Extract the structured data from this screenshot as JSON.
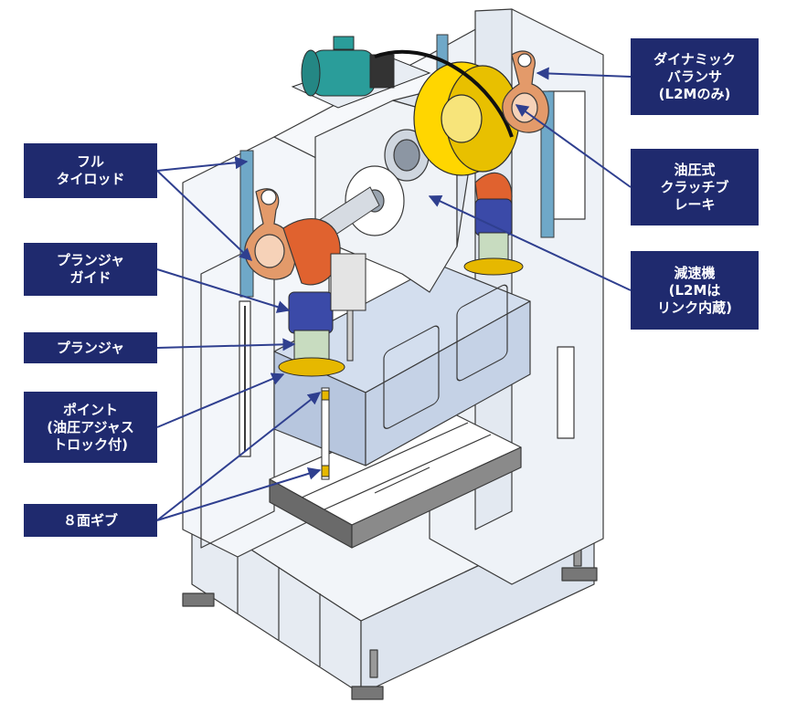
{
  "labels": {
    "full_tie_rod": [
      "フル",
      "タイロッド"
    ],
    "plunger_guide": [
      "プランジャ",
      "ガイド"
    ],
    "plunger": [
      "プランジャ"
    ],
    "point": [
      "ポイント",
      "(油圧アジャス",
      "トロック付)"
    ],
    "eight_face_gib": [
      "８面ギブ"
    ],
    "dynamic_balancer": [
      "ダイナミック",
      "バランサ",
      "(L2Mのみ)"
    ],
    "hydraulic_clutch_brake": [
      "油圧式",
      "クラッチブ",
      "レーキ"
    ],
    "reducer": [
      "減速機",
      "(L2Mは",
      "リンク内蔵)"
    ]
  },
  "colors": {
    "label_bg": "#1f2a6e",
    "label_text": "#ffffff",
    "arrow": "#2f3f8f",
    "frame_fill": "#eef2f7",
    "frame_stroke": "#3a3a3a",
    "slide_fill": "#c5d2e6",
    "motor": "#2a9d9a",
    "flywheel": "#ffd600",
    "crank_rod": "#e08a5a",
    "plunger": "#c8dcc0",
    "guide": "#3b4aa8",
    "tie_rod": "#6fa8c8",
    "bolster": "#6a6a6a"
  }
}
